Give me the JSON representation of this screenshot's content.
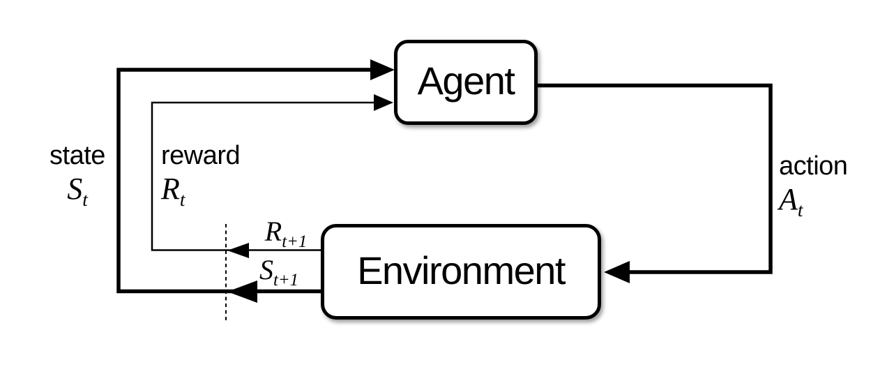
{
  "nodes": {
    "agent": {
      "label": "Agent"
    },
    "environment": {
      "label": "Environment"
    }
  },
  "labels": {
    "state": {
      "word": "state",
      "symbol": "S",
      "subscript": "t"
    },
    "reward": {
      "word": "reward",
      "symbol": "R",
      "subscript": "t"
    },
    "action": {
      "word": "action",
      "symbol": "A",
      "subscript": "t"
    },
    "next_reward": {
      "symbol": "R",
      "subscript": "t+1"
    },
    "next_state": {
      "symbol": "S",
      "subscript": "t+1"
    }
  },
  "colors": {
    "ink": "#000000",
    "background": "#ffffff",
    "node_fill": "#ffffff"
  }
}
